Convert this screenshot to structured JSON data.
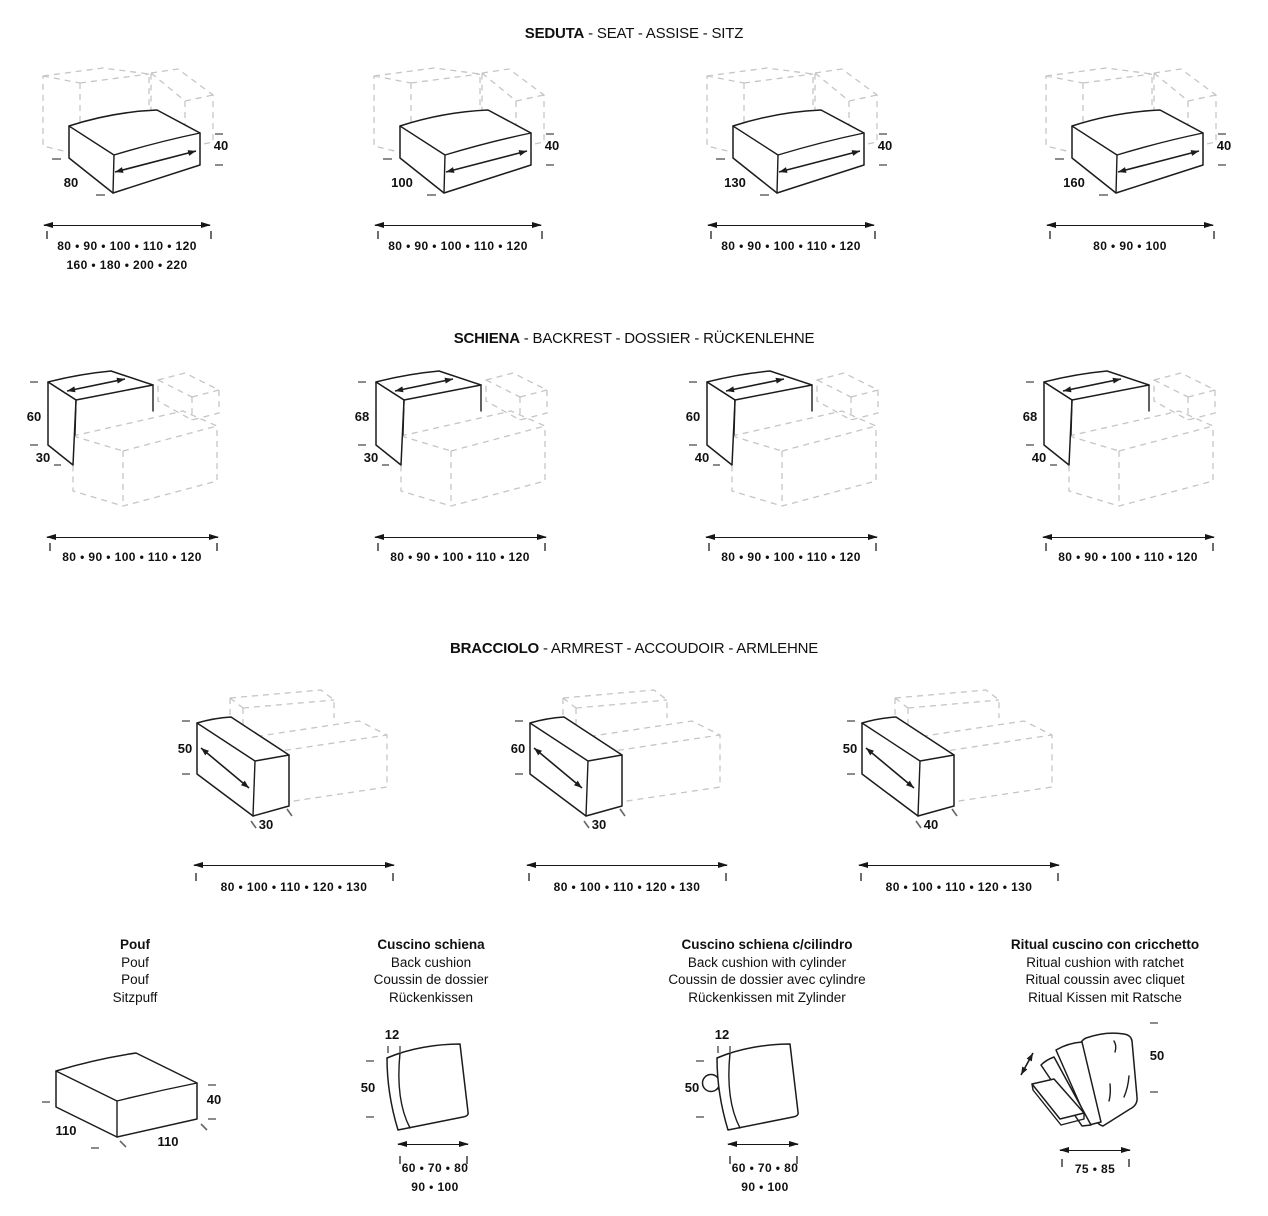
{
  "colors": {
    "line": "#1c1c1c",
    "ghost": "#c5c5c5",
    "tick": "#666666",
    "text": "#111111",
    "background": "#ffffff"
  },
  "sections": [
    {
      "id": "seat",
      "title_bold": "SEDUTA",
      "title_rest": " - SEAT - ASSISE - SITZ",
      "items": [
        {
          "depth": "80",
          "height": "40",
          "widths": [
            "80 • 90 • 100 • 110 • 120",
            "160 • 180 • 200 • 220"
          ]
        },
        {
          "depth": "100",
          "height": "40",
          "widths": [
            "80 • 90 • 100 • 110 • 120"
          ]
        },
        {
          "depth": "130",
          "height": "40",
          "widths": [
            "80 • 90 • 100 • 110 • 120"
          ]
        },
        {
          "depth": "160",
          "height": "40",
          "widths": [
            "80 • 90 • 100"
          ]
        }
      ]
    },
    {
      "id": "backrest",
      "title_bold": "SCHIENA",
      "title_rest": " - BACKREST - DOSSIER - RÜCKENLEHNE",
      "items": [
        {
          "height": "60",
          "depth": "30",
          "widths": [
            "80 • 90 • 100 • 110 • 120"
          ]
        },
        {
          "height": "68",
          "depth": "30",
          "widths": [
            "80 • 90 • 100 • 110 • 120"
          ]
        },
        {
          "height": "60",
          "depth": "40",
          "widths": [
            "80 • 90 • 100 • 110 • 120"
          ]
        },
        {
          "height": "68",
          "depth": "40",
          "widths": [
            "80 • 90 • 100 • 110 • 120"
          ]
        }
      ]
    },
    {
      "id": "armrest",
      "title_bold": "BRACCIOLO",
      "title_rest": " - ARMREST - ACCOUDOIR - ARMLEHNE",
      "items": [
        {
          "height": "50",
          "depth": "30",
          "widths": [
            "80 • 100 • 110 • 120 • 130"
          ]
        },
        {
          "height": "60",
          "depth": "30",
          "widths": [
            "80 • 100 • 110 • 120 • 130"
          ]
        },
        {
          "height": "50",
          "depth": "40",
          "widths": [
            "80 • 100 • 110 • 120 • 130"
          ]
        }
      ]
    },
    {
      "id": "accessories",
      "items": [
        {
          "names": [
            "Pouf",
            "Pouf",
            "Pouf",
            "Sitzpuff"
          ],
          "depth": "110",
          "width": "110",
          "height": "40"
        },
        {
          "names": [
            "Cuscino schiena",
            "Back cushion",
            "Coussin de dossier",
            "Rückenkissen"
          ],
          "thickness": "12",
          "height": "50",
          "widths": [
            "60 • 70 • 80",
            "90 • 100"
          ]
        },
        {
          "names": [
            "Cuscino schiena c/cilindro",
            "Back cushion with cylinder",
            "Coussin de dossier avec cylindre",
            "Rückenkissen mit Zylinder"
          ],
          "thickness": "12",
          "height": "50",
          "widths": [
            "60 • 70 • 80",
            "90 • 100"
          ]
        },
        {
          "names": [
            "Ritual cuscino con cricchetto",
            "Ritual cushion with ratchet",
            "Ritual coussin avec cliquet",
            "Ritual Kissen mit Ratsche"
          ],
          "height": "50",
          "widths": [
            "75 • 85"
          ]
        }
      ]
    }
  ]
}
